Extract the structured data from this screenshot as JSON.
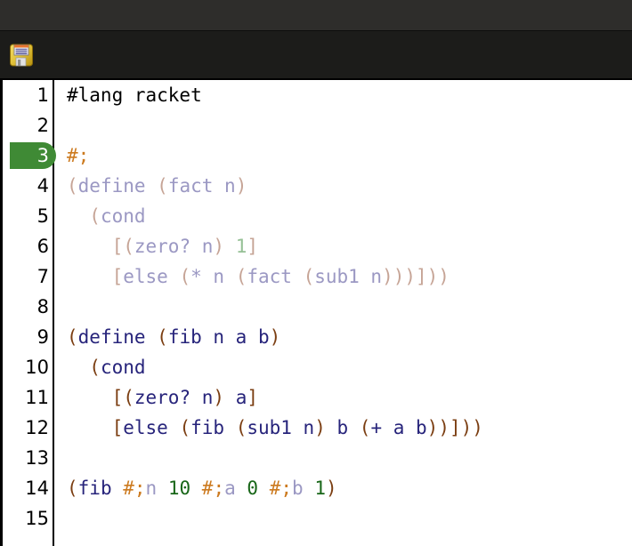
{
  "window": {
    "titlebar_color": "#2e2d2b",
    "toolbar_color": "#1c1c1a",
    "editor_background": "#ffffff"
  },
  "toolbar": {
    "save_label": "",
    "save_icon": "floppy-disk-save-icon",
    "save_tooltip": "Save"
  },
  "editor": {
    "language": "racket",
    "current_line": 3,
    "current_line_highlight_color": "#3f8a35",
    "gutter": {
      "line_numbers": [
        "1",
        "2",
        "3",
        "4",
        "5",
        "6",
        "7",
        "8",
        "9",
        "10",
        "11",
        "12",
        "13",
        "14",
        "15"
      ]
    },
    "palette": {
      "plain": "#000000",
      "paren": "#7b3e12",
      "symbol": "#27247b",
      "number": "#186618",
      "hash_comment": "#cc7a1f",
      "paren_faded": "#c6a496",
      "symbol_faded": "#9b98c3",
      "number_faded": "#95c095"
    },
    "plain_text": [
      "#lang racket",
      "",
      "#;",
      "(define (fact n)",
      "  (cond",
      "    [(zero? n) 1]",
      "    [else (* n (fact (sub1 n)))]))",
      "",
      "(define (fib n a b)",
      "  (cond",
      "    [(zero? n) a]",
      "    [else (fib (sub1 n) b (+ a b))]))",
      "",
      "(fib #;n 10 #;a 0 #;b 1)",
      ""
    ],
    "lines": [
      {
        "n": 1,
        "tokens": [
          {
            "t": "#lang racket",
            "c": "plain"
          }
        ]
      },
      {
        "n": 2,
        "tokens": []
      },
      {
        "n": 3,
        "tokens": [
          {
            "t": "#;",
            "c": "hash"
          }
        ]
      },
      {
        "n": 4,
        "tokens": [
          {
            "t": "(",
            "c": "paren-f"
          },
          {
            "t": "define ",
            "c": "sym-f"
          },
          {
            "t": "(",
            "c": "paren-f"
          },
          {
            "t": "fact n",
            "c": "sym-f"
          },
          {
            "t": ")",
            "c": "paren-f"
          }
        ]
      },
      {
        "n": 5,
        "tokens": [
          {
            "t": "  ",
            "c": "plain"
          },
          {
            "t": "(",
            "c": "paren-f"
          },
          {
            "t": "cond",
            "c": "sym-f"
          }
        ]
      },
      {
        "n": 6,
        "tokens": [
          {
            "t": "    ",
            "c": "plain"
          },
          {
            "t": "[(",
            "c": "paren-f"
          },
          {
            "t": "zero? n",
            "c": "sym-f"
          },
          {
            "t": ")",
            "c": "paren-f"
          },
          {
            "t": " ",
            "c": "plain"
          },
          {
            "t": "1",
            "c": "num-f"
          },
          {
            "t": "]",
            "c": "paren-f"
          }
        ]
      },
      {
        "n": 7,
        "tokens": [
          {
            "t": "    ",
            "c": "plain"
          },
          {
            "t": "[",
            "c": "paren-f"
          },
          {
            "t": "else ",
            "c": "sym-f"
          },
          {
            "t": "(",
            "c": "paren-f"
          },
          {
            "t": "* n ",
            "c": "sym-f"
          },
          {
            "t": "(",
            "c": "paren-f"
          },
          {
            "t": "fact ",
            "c": "sym-f"
          },
          {
            "t": "(",
            "c": "paren-f"
          },
          {
            "t": "sub1 n",
            "c": "sym-f"
          },
          {
            "t": ")))]))",
            "c": "paren-f"
          }
        ]
      },
      {
        "n": 8,
        "tokens": []
      },
      {
        "n": 9,
        "tokens": [
          {
            "t": "(",
            "c": "paren"
          },
          {
            "t": "define ",
            "c": "sym"
          },
          {
            "t": "(",
            "c": "paren"
          },
          {
            "t": "fib n a b",
            "c": "sym"
          },
          {
            "t": ")",
            "c": "paren"
          }
        ]
      },
      {
        "n": 10,
        "tokens": [
          {
            "t": "  ",
            "c": "plain"
          },
          {
            "t": "(",
            "c": "paren"
          },
          {
            "t": "cond",
            "c": "sym"
          }
        ]
      },
      {
        "n": 11,
        "tokens": [
          {
            "t": "    ",
            "c": "plain"
          },
          {
            "t": "[(",
            "c": "paren"
          },
          {
            "t": "zero? n",
            "c": "sym"
          },
          {
            "t": ")",
            "c": "paren"
          },
          {
            "t": " ",
            "c": "plain"
          },
          {
            "t": "a",
            "c": "sym"
          },
          {
            "t": "]",
            "c": "paren"
          }
        ]
      },
      {
        "n": 12,
        "tokens": [
          {
            "t": "    ",
            "c": "plain"
          },
          {
            "t": "[",
            "c": "paren"
          },
          {
            "t": "else ",
            "c": "sym"
          },
          {
            "t": "(",
            "c": "paren"
          },
          {
            "t": "fib ",
            "c": "sym"
          },
          {
            "t": "(",
            "c": "paren"
          },
          {
            "t": "sub1 n",
            "c": "sym"
          },
          {
            "t": ")",
            "c": "paren"
          },
          {
            "t": " b ",
            "c": "sym"
          },
          {
            "t": "(",
            "c": "paren"
          },
          {
            "t": "+ a b",
            "c": "sym"
          },
          {
            "t": "))]))",
            "c": "paren"
          }
        ]
      },
      {
        "n": 13,
        "tokens": []
      },
      {
        "n": 14,
        "tokens": [
          {
            "t": "(",
            "c": "paren"
          },
          {
            "t": "fib ",
            "c": "sym"
          },
          {
            "t": "#;",
            "c": "hash"
          },
          {
            "t": "n",
            "c": "sym-f"
          },
          {
            "t": " ",
            "c": "plain"
          },
          {
            "t": "10",
            "c": "num"
          },
          {
            "t": " ",
            "c": "plain"
          },
          {
            "t": "#;",
            "c": "hash"
          },
          {
            "t": "a",
            "c": "sym-f"
          },
          {
            "t": " ",
            "c": "plain"
          },
          {
            "t": "0",
            "c": "num"
          },
          {
            "t": " ",
            "c": "plain"
          },
          {
            "t": "#;",
            "c": "hash"
          },
          {
            "t": "b",
            "c": "sym-f"
          },
          {
            "t": " ",
            "c": "plain"
          },
          {
            "t": "1",
            "c": "num"
          },
          {
            "t": ")",
            "c": "paren"
          }
        ]
      },
      {
        "n": 15,
        "tokens": []
      }
    ]
  }
}
